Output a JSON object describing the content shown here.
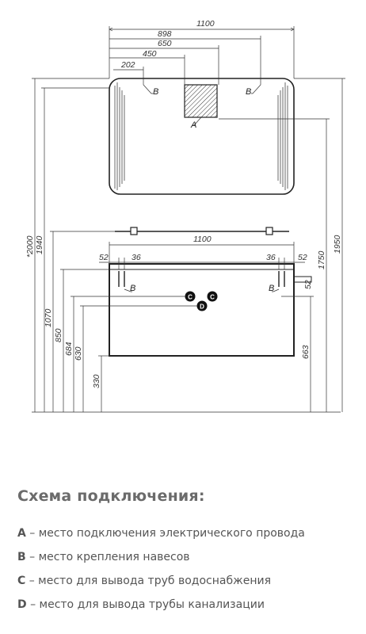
{
  "diagram": {
    "mirror_dims": {
      "total": "1100",
      "d898": "898",
      "d650": "650",
      "d450": "450",
      "d202": "202"
    },
    "cabinet_dims": {
      "width": "1100",
      "left_52": "52",
      "left_36": "36",
      "right_36": "36",
      "right_52": "52",
      "side_52": "52"
    },
    "vertical_dims": {
      "v2000": "*2000",
      "v1940": "1940",
      "v1070": "1070",
      "v850": "850",
      "v684": "684",
      "v630": "630",
      "v330": "330",
      "v663": "663",
      "v1750": "1750",
      "v1950": "1950"
    },
    "markers": {
      "a": "A",
      "b": "B",
      "c": "C",
      "d": "D"
    }
  },
  "legend": {
    "title": "Схема подключения:",
    "items": [
      {
        "letter": "A",
        "text": " – место подключения электрического провода"
      },
      {
        "letter": "B",
        "text": " – место крепления навесов"
      },
      {
        "letter": "C",
        "text": " – место для вывода труб водоснабжения"
      },
      {
        "letter": "D",
        "text": " – место для вывода трубы канализации"
      }
    ]
  }
}
